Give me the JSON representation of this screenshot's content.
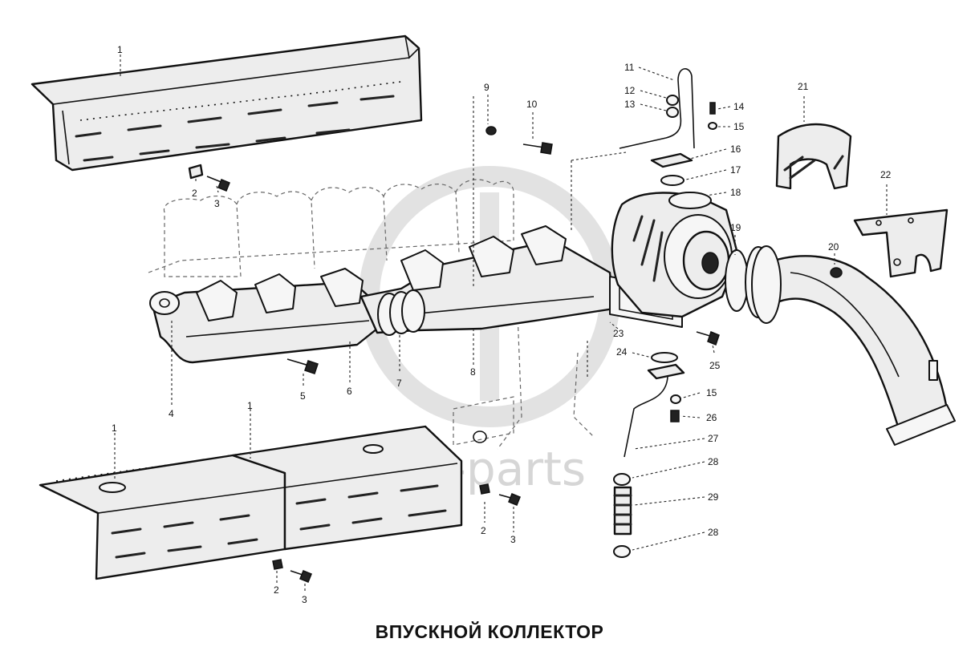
{
  "title": "ВПУСКНОЙ КОЛЛЕКТОР",
  "watermark": {
    "text": "-parts"
  },
  "callouts": [
    {
      "id": "c1a",
      "label": "1"
    },
    {
      "id": "c2a",
      "label": "2"
    },
    {
      "id": "c3a",
      "label": "3"
    },
    {
      "id": "c4",
      "label": "4"
    },
    {
      "id": "c5",
      "label": "5"
    },
    {
      "id": "c6",
      "label": "6"
    },
    {
      "id": "c7",
      "label": "7"
    },
    {
      "id": "c8",
      "label": "8"
    },
    {
      "id": "c9",
      "label": "9"
    },
    {
      "id": "c10",
      "label": "10"
    },
    {
      "id": "c11",
      "label": "11"
    },
    {
      "id": "c12",
      "label": "12"
    },
    {
      "id": "c13",
      "label": "13"
    },
    {
      "id": "c14",
      "label": "14"
    },
    {
      "id": "c15a",
      "label": "15"
    },
    {
      "id": "c16",
      "label": "16"
    },
    {
      "id": "c17",
      "label": "17"
    },
    {
      "id": "c18",
      "label": "18"
    },
    {
      "id": "c19",
      "label": "19"
    },
    {
      "id": "c20",
      "label": "20"
    },
    {
      "id": "c21",
      "label": "21"
    },
    {
      "id": "c22",
      "label": "22"
    },
    {
      "id": "c23",
      "label": "23"
    },
    {
      "id": "c24",
      "label": "24"
    },
    {
      "id": "c25",
      "label": "25"
    },
    {
      "id": "c15b",
      "label": "15"
    },
    {
      "id": "c26",
      "label": "26"
    },
    {
      "id": "c27",
      "label": "27"
    },
    {
      "id": "c28a",
      "label": "28"
    },
    {
      "id": "c29",
      "label": "29"
    },
    {
      "id": "c28b",
      "label": "28"
    },
    {
      "id": "c1b",
      "label": "1"
    },
    {
      "id": "c1c",
      "label": "1"
    },
    {
      "id": "c2b",
      "label": "2"
    },
    {
      "id": "c3b",
      "label": "3"
    },
    {
      "id": "c2c",
      "label": "2"
    },
    {
      "id": "c3c",
      "label": "3"
    }
  ]
}
